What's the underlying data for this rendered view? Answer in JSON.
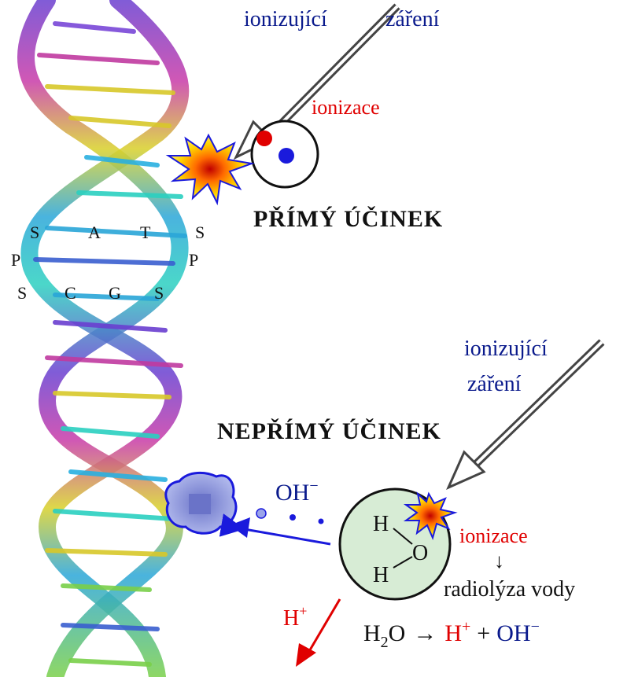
{
  "direct": {
    "radiation_word1": "ionizující",
    "radiation_word2": "záření",
    "ionization": "ionizace",
    "title": "PŘÍMÝ ÚČINEK"
  },
  "dna_letters": {
    "row1": [
      "S",
      "A",
      "T",
      "S"
    ],
    "row2": [
      "P",
      "P"
    ],
    "row3": [
      "S",
      "C",
      "G",
      "S"
    ]
  },
  "indirect": {
    "radiation_word1": "ionizující",
    "radiation_word2": "záření",
    "title": "NEPŘÍMÝ ÚČINEK",
    "radical": "OH",
    "radical_sup": "−",
    "ionization": "ionizace",
    "down_arrow": "↓",
    "radiolysis": "radiolýza vody",
    "atom_h1": "H",
    "atom_o": "O",
    "atom_h2": "H",
    "proton": "H",
    "proton_sup": "+"
  },
  "equation": {
    "lhs": "H",
    "lhs_sub": "2",
    "lhs_rest": "O",
    "arrow": "→",
    "p1": "H",
    "p1_sup": "+",
    "plus": "+",
    "p2": "OH",
    "p2_sup": "−"
  },
  "colors": {
    "blue_text": "#0a1a8c",
    "red_text": "#e00000",
    "electron_red": "#e00000",
    "electron_blue": "#1a1adc",
    "water_fill": "#d7ecd5",
    "damage_fill": "#8f9ae0"
  }
}
